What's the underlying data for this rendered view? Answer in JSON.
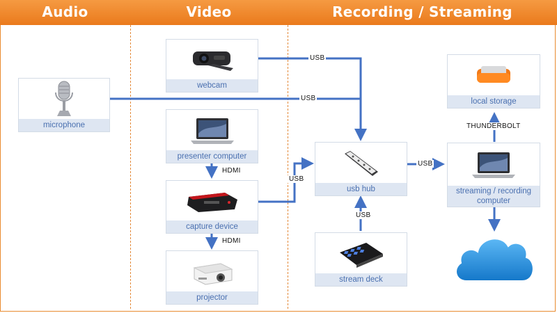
{
  "header": {
    "columns": [
      "Audio",
      "Video",
      "Recording / Streaming"
    ]
  },
  "nodes": {
    "microphone": "microphone",
    "webcam": "webcam",
    "presenter_computer": "presenter computer",
    "capture_device": "capture device",
    "projector": "projector",
    "usb_hub": "usb hub",
    "stream_deck": "stream deck",
    "local_storage": "local storage",
    "streaming_computer": "streaming / recording computer"
  },
  "connections": {
    "webcam_usb": "USB",
    "microphone_usb": "USB",
    "hdmi_presenter_capture": "HDMI",
    "hdmi_capture_projector": "HDMI",
    "capture_usb": "USB",
    "hub_to_computer": "USB",
    "deck_usb": "USB",
    "thunderbolt": "THUNDERBOLT"
  },
  "colors": {
    "header": "#ee842a",
    "accent_line": "#4472c4",
    "label_bg": "#dee6f2",
    "label_text": "#4a70b0",
    "divider": "#e48a3a",
    "cloud": "#1f8fe0"
  }
}
